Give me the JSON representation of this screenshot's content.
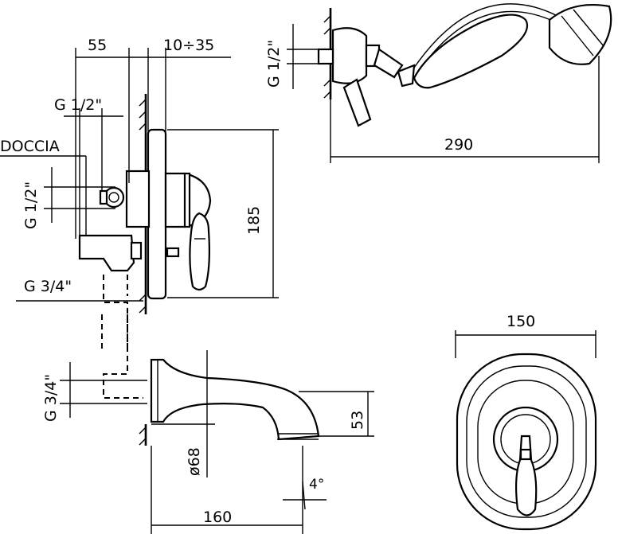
{
  "labels": {
    "doccia": "DOCCIA",
    "g12_top_left": "G 1/2\"",
    "g12_vertical_left": "G 1/2\"",
    "g34_horizontal": "G 3/4\"",
    "g34_vertical": "G 3/4\"",
    "g12_shower": "G 1/2\""
  },
  "dimensions": {
    "d55": "55",
    "d10_35": "10÷35",
    "d185": "185",
    "d53": "53",
    "d68": "ø68",
    "d4deg": "4°",
    "d160": "160",
    "d290": "290",
    "d150": "150"
  }
}
